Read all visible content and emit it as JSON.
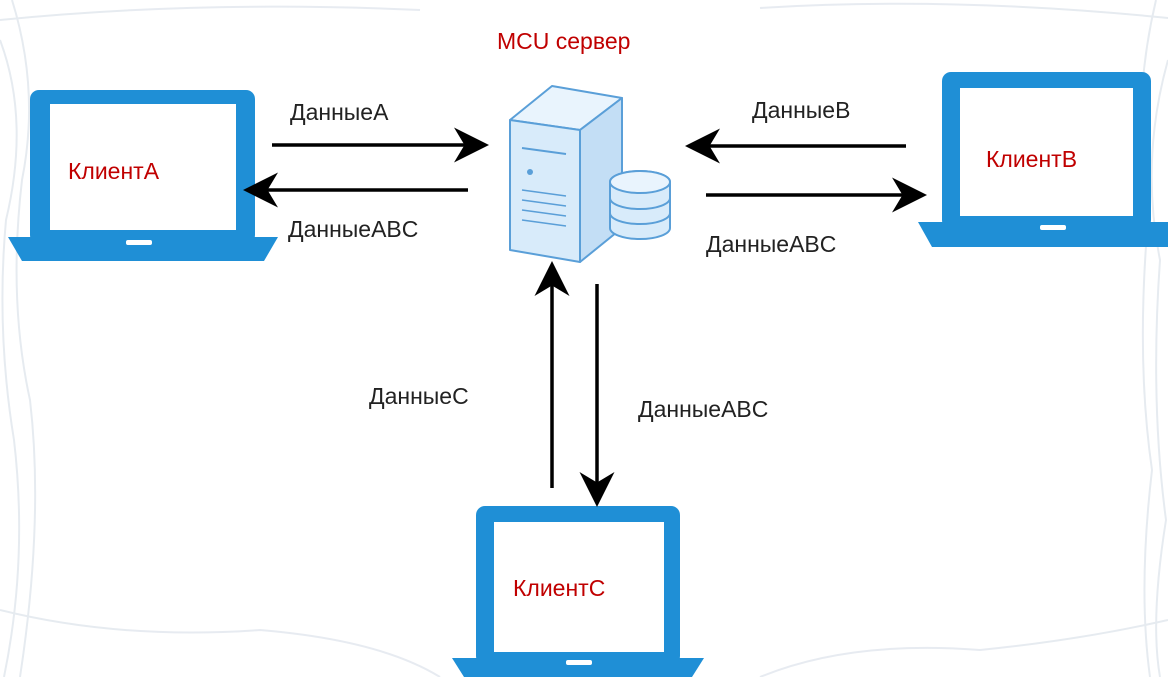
{
  "colors": {
    "laptop_blue": "#1f8fd6",
    "client_text": "#c00000",
    "server_text": "#c00000",
    "arrow": "#000000",
    "data_text": "#222222",
    "server_fill": "#d8ebfa",
    "server_stroke": "#5a9fd8",
    "texture": "#e4e9ef"
  },
  "server": {
    "label": "MCU сервер",
    "icon": "server-with-database-icon"
  },
  "clients": {
    "a": {
      "label": "КлиентA",
      "icon": "laptop-icon"
    },
    "b": {
      "label": "КлиентB",
      "icon": "laptop-icon"
    },
    "c": {
      "label": "КлиентC",
      "icon": "laptop-icon"
    }
  },
  "flows": {
    "a_to_server": "ДанныеA",
    "server_to_a": "ДанныеABC",
    "b_to_server": "ДанныеB",
    "server_to_b": "ДанныеABC",
    "c_to_server": "ДанныеC",
    "server_to_c": "ДанныеABC"
  }
}
